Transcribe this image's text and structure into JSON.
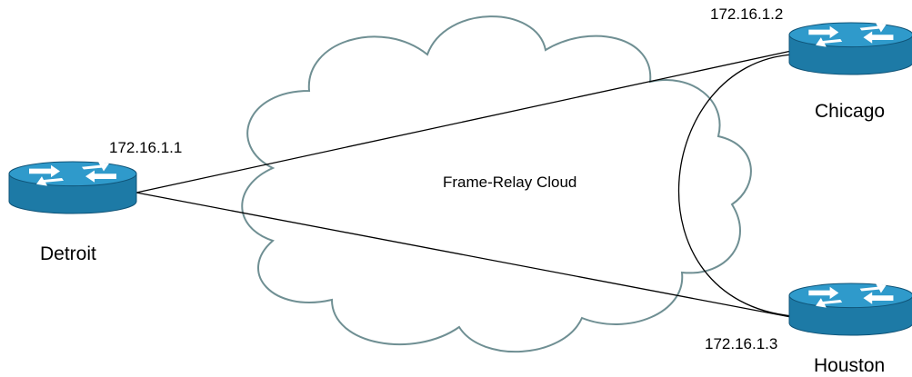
{
  "colors": {
    "cloud_stroke": "#6f8f93",
    "link": "#000000",
    "router_body": "#1d7aa6",
    "router_top": "#2f9acb",
    "router_dark": "#0f5377",
    "router_arrows": "#ffffff"
  },
  "cloud": {
    "label": "Frame-Relay Cloud",
    "icon": "cloud-shape"
  },
  "routers": [
    {
      "id": "detroit",
      "name": "Detroit",
      "ip": "172.16.1.1",
      "icon": "router-icon"
    },
    {
      "id": "chicago",
      "name": "Chicago",
      "ip": "172.16.1.2",
      "icon": "router-icon"
    },
    {
      "id": "houston",
      "name": "Houston",
      "ip": "172.16.1.3",
      "icon": "router-icon"
    }
  ],
  "links": [
    {
      "from": "detroit",
      "to": "chicago"
    },
    {
      "from": "detroit",
      "to": "houston"
    },
    {
      "from": "chicago",
      "to": "houston"
    }
  ]
}
